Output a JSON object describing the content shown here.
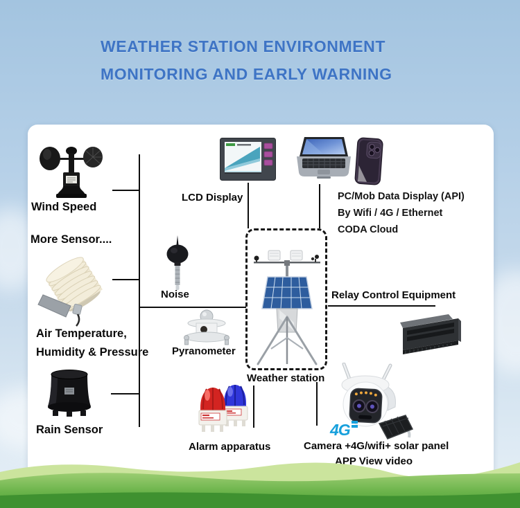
{
  "title": {
    "line1": "WEATHER STATION ENVIRONMENT",
    "line2": "MONITORING AND EARLY WARNING"
  },
  "labels": {
    "wind_speed": "Wind Speed",
    "more_sensor": "More Sensor....",
    "lcd": "LCD Display",
    "noise": "Noise",
    "air_temp_1": "Air Temperature,",
    "air_temp_2": "Humidity & Pressure",
    "pyranometer": "Pyranometer",
    "weather_station": "Weather station",
    "relay": "Relay Control Equipment",
    "rain": "Rain Sensor",
    "alarm": "Alarm apparatus",
    "camera": "Camera +4G/wifi+ solar panel",
    "camera_sub": "APP View video"
  },
  "pc_display": {
    "line1": "PC/Mob Data Display (API)",
    "line2": "By Wifi / 4G / Ethernet",
    "line3": "CODA Cloud"
  },
  "camera_logo": "4G",
  "colors": {
    "title_blue": "#3e74c5",
    "connector_line": "#0d0d0d",
    "logo_blue": "#17a0dc",
    "card_white": "#ffffff",
    "solar_blue": "#2e5d9e",
    "alarm_red": "#d32421",
    "alarm_blue": "#2b2fd4"
  }
}
